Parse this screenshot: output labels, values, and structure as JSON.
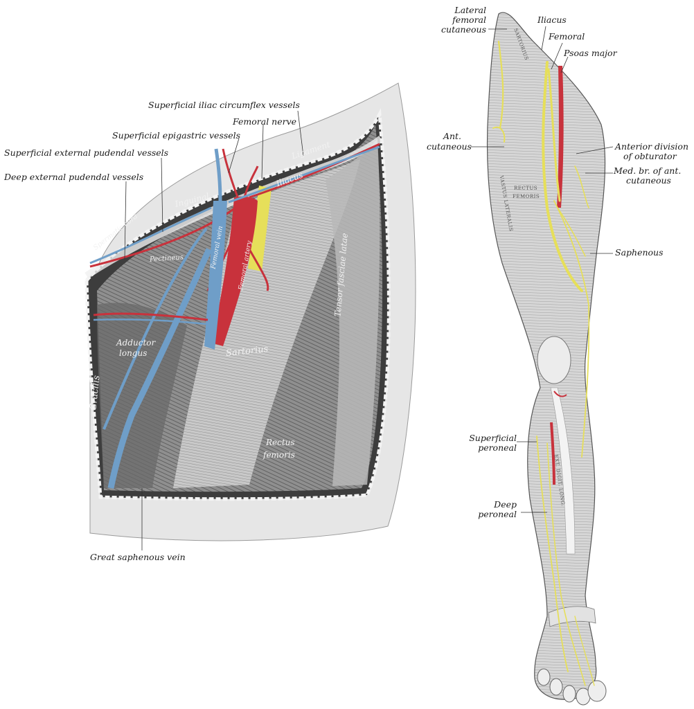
{
  "labels": {
    "sup_iliac_circumflex": "Superficial iliac circumflex vessels",
    "femoral_nerve": "Femoral nerve",
    "sup_epigastric": "Superficial epigastric vessels",
    "sup_ext_pudendal": "Superficial external pudendal vessels",
    "deep_ext_pudendal": "Deep external pudendal vessels",
    "great_saphenous": "Great saphenous vein",
    "lat_fem_cut_1": "Lateral",
    "lat_fem_cut_2": "femoral",
    "lat_fem_cut_3": "cutaneous",
    "iliacus_r": "Iliacus",
    "femoral_r": "Femoral",
    "psoas_major": "Psoas major",
    "ant_cut_1": "Ant.",
    "ant_cut_2": "cutaneous",
    "ant_div_1": "Anterior division",
    "ant_div_2": "of obturator",
    "med_br_1": "Med. br. of ant.",
    "med_br_2": "cutaneous",
    "saphenous": "Saphenous",
    "sup_peroneal_1": "Superficial",
    "sup_peroneal_2": "peroneal",
    "deep_peroneal_1": "Deep",
    "deep_peroneal_2": "peroneal"
  },
  "muscle_labels": {
    "ligament": "Ligament",
    "inguinal": "Inguinal",
    "iliacus": "Iliacus",
    "spermatic_cord": "Spermatic cord",
    "pectineus": "Pectineus",
    "femoral_vein": "Femoral vein",
    "femoral_artery": "Femoral artery",
    "tensor": "Tensor fasciae latae",
    "adductor_1": "Adductor",
    "adductor_2": "longus",
    "gracilis": "Gracilis",
    "sartorius": "Sartorius",
    "rectus_1": "Rectus",
    "rectus_2": "femoris",
    "sartorius_cap": "SARTORIUS",
    "rectus_cap_1": "RECTUS",
    "rectus_cap_2": "FEMORIS",
    "vastus_lat_cap": "VASTUS LATERALIS",
    "ext_digit_cap": "EXT. DIGIT. LONG."
  },
  "colors": {
    "artery": "#c8323c",
    "vein": "#6f9ec8",
    "nerve": "#e6df5a",
    "muscle_dark": "#3a3a3a",
    "muscle_mid": "#8a8a8a",
    "skin": "#ededed"
  }
}
